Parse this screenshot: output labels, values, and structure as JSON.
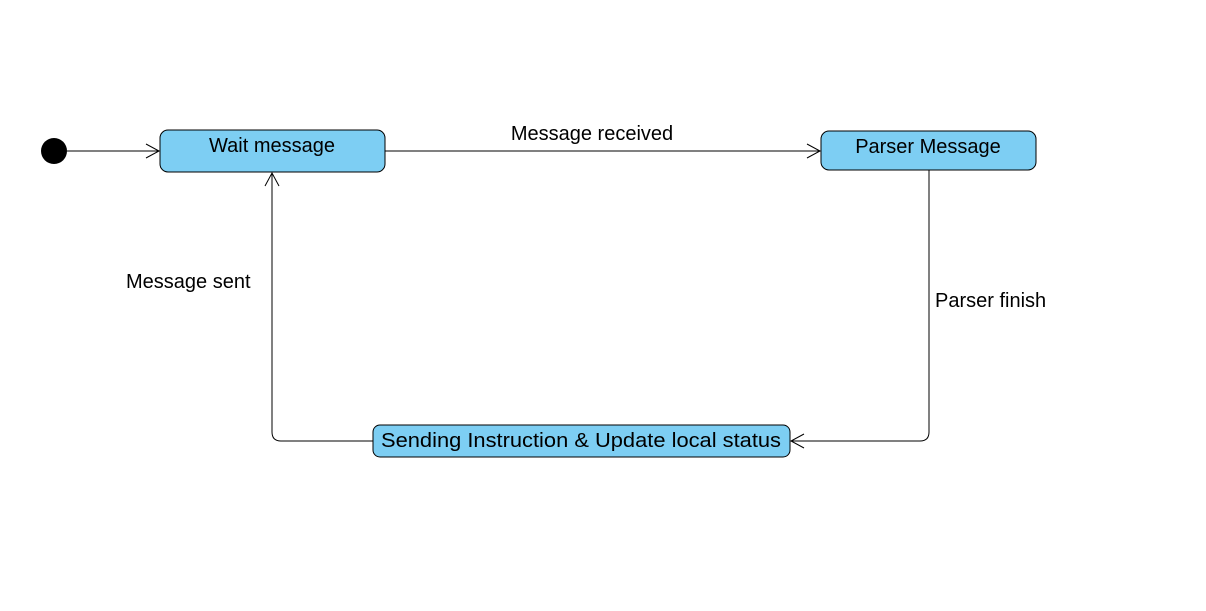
{
  "states": {
    "wait": {
      "label": "Wait message"
    },
    "parser": {
      "label": "Parser Message"
    },
    "sending": {
      "label": "Sending Instruction & Update local status"
    }
  },
  "transitions": {
    "received": {
      "label": "Message received"
    },
    "finish": {
      "label": "Parser finish"
    },
    "sent": {
      "label": "Message sent"
    }
  },
  "colors": {
    "state_fill": "#7dcef3",
    "stroke": "#000000"
  }
}
